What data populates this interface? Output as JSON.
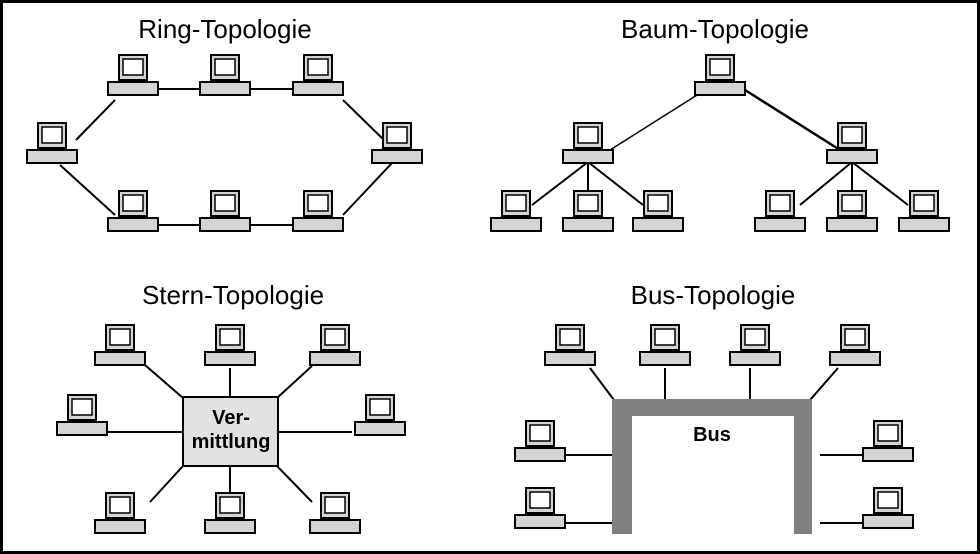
{
  "titles": {
    "ring": "Ring-Topologie",
    "tree": "Baum-Topologie",
    "star": "Stern-Topologie",
    "bus": "Bus-Topologie"
  },
  "star_hub": {
    "line1": "Ver-",
    "line2": "mittlung"
  },
  "bus_label": "Bus",
  "colors": {
    "line": "#000000",
    "screen": "#ffffff",
    "device_fill": "#d4d4d4",
    "hub_fill": "#e2e2e2",
    "bus_bar": "#808080"
  }
}
